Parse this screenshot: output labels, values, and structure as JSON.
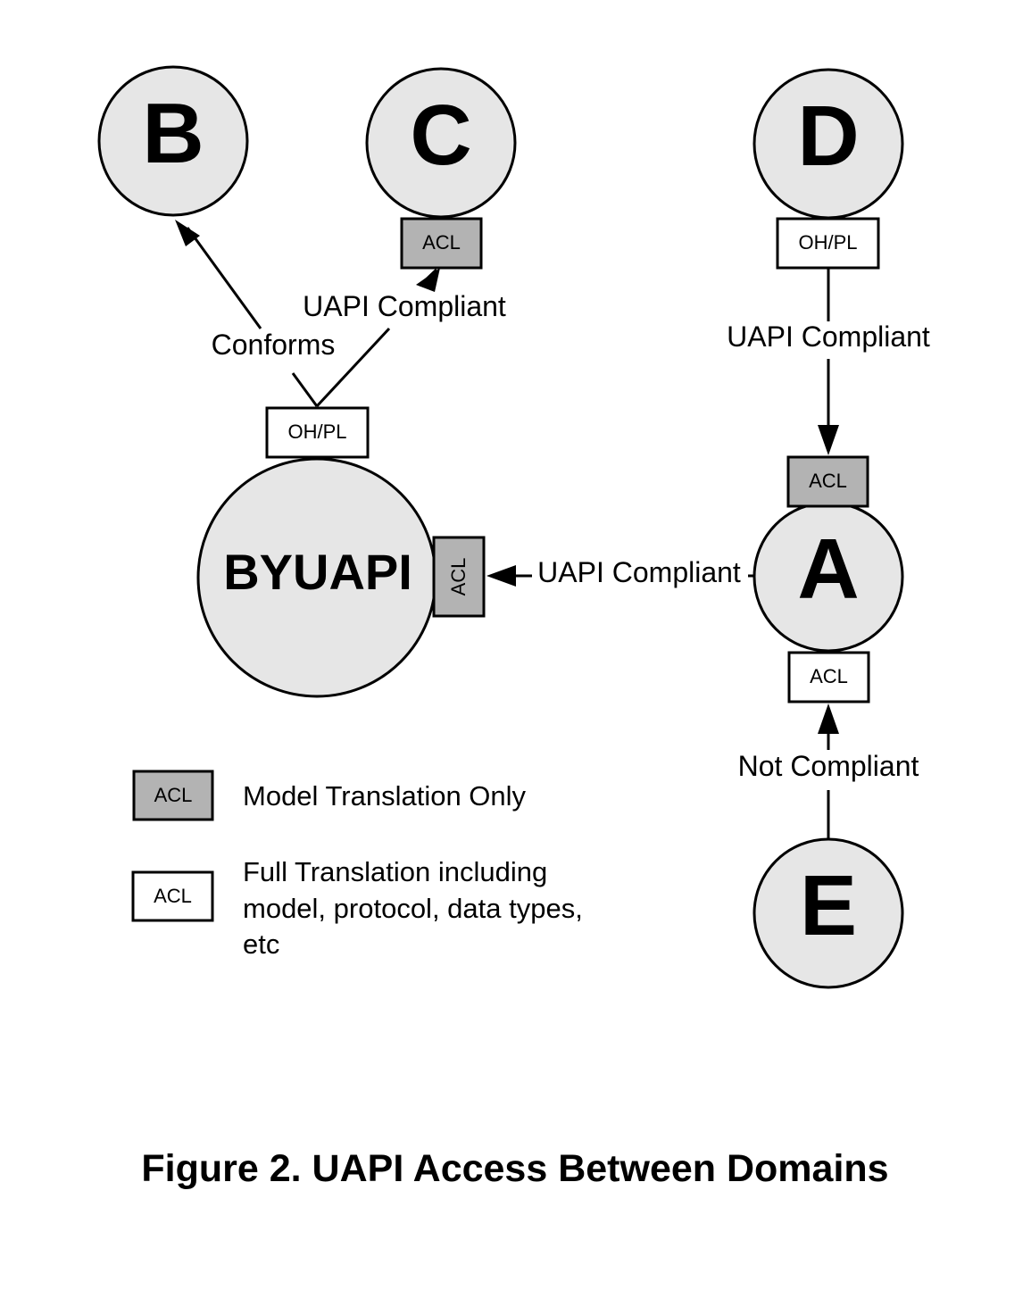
{
  "colors": {
    "node_fill": "#e6e6e6",
    "acl_model_fill": "#b3b3b3",
    "acl_full_fill": "#ffffff",
    "stroke": "#000000"
  },
  "nodes": {
    "b": "B",
    "c": "C",
    "d": "D",
    "a": "A",
    "e": "E",
    "byuapi": "BYUAPI"
  },
  "boxes": {
    "c_acl": "ACL",
    "d_ohpl": "OH/PL",
    "byuapi_ohpl": "OH/PL",
    "byuapi_acl": "ACL",
    "a_acl_top": "ACL",
    "a_acl_bottom": "ACL"
  },
  "edges": {
    "byuapi_to_b": "Conforms",
    "byuapi_to_c": "UAPI Compliant",
    "d_to_a": "UAPI Compliant",
    "a_to_byuapi": "UAPI Compliant",
    "e_to_a": "Not Compliant"
  },
  "legend": {
    "model_box": "ACL",
    "model_label": "Model Translation Only",
    "full_box": "ACL",
    "full_label_lines": [
      "Full Translation including",
      "model, protocol, data types,",
      "etc"
    ]
  },
  "caption": "Figure 2. UAPI Access Between Domains"
}
